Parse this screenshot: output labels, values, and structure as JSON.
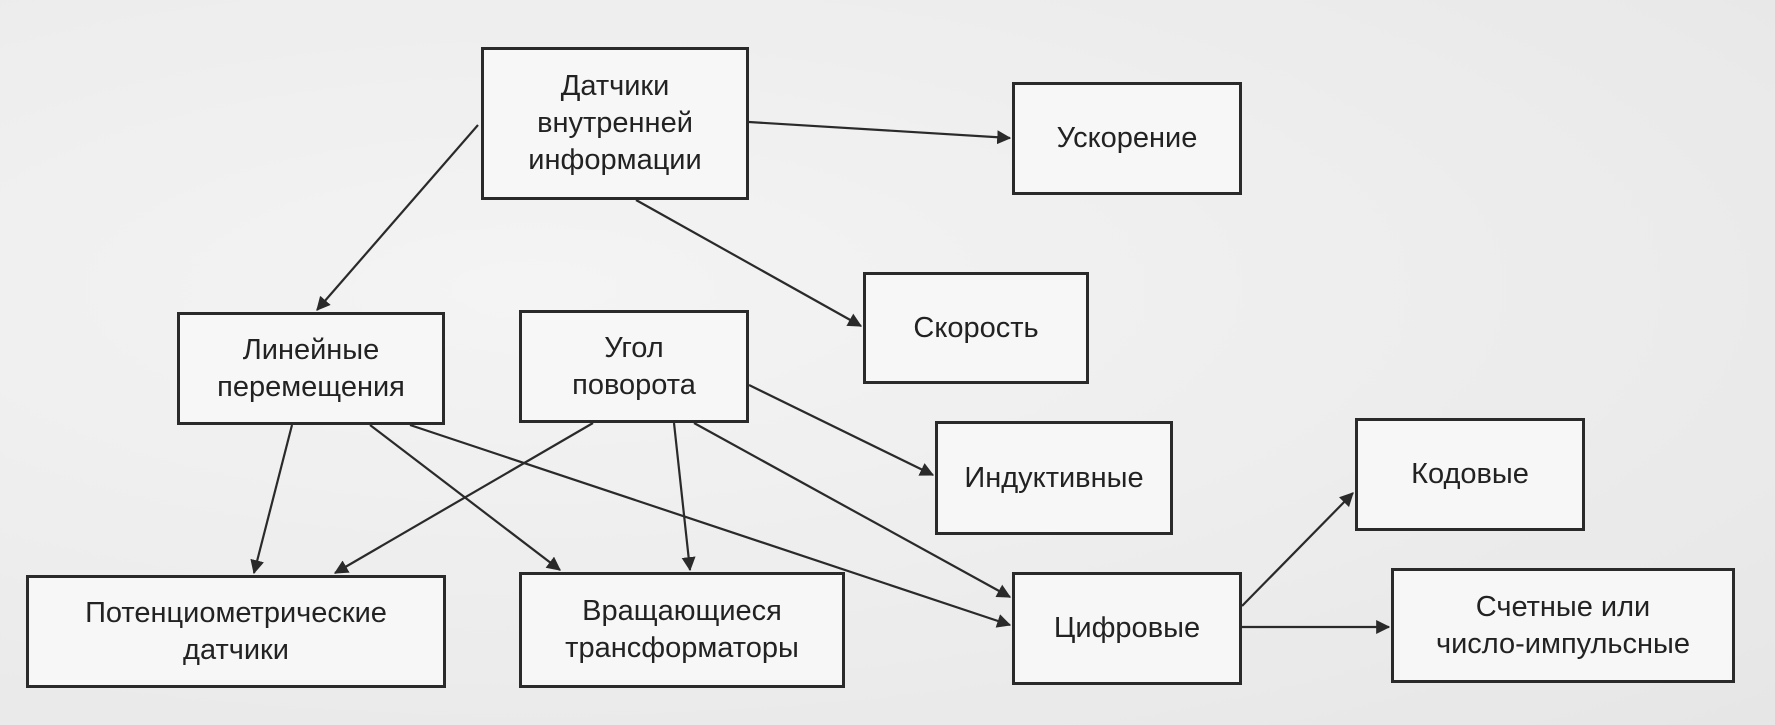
{
  "diagram": {
    "nodes": [
      {
        "id": "sensors",
        "label": "Датчики\nвнутренней\nинформации"
      },
      {
        "id": "accel",
        "label": "Ускорение"
      },
      {
        "id": "speed",
        "label": "Скорость"
      },
      {
        "id": "linear",
        "label": "Линейные\nперемещения"
      },
      {
        "id": "angle",
        "label": "Угол\nповорота"
      },
      {
        "id": "inductive",
        "label": "Индуктивные"
      },
      {
        "id": "code",
        "label": "Кодовые"
      },
      {
        "id": "potentio",
        "label": "Потенциометрические\nдатчики"
      },
      {
        "id": "rotating",
        "label": "Вращающиеся\nтрансформаторы"
      },
      {
        "id": "digital",
        "label": "Цифровые"
      },
      {
        "id": "counting",
        "label": "Счетные или\nчисло-импульсные"
      }
    ],
    "edges": [
      {
        "from": "sensors",
        "to": "accel"
      },
      {
        "from": "sensors",
        "to": "speed"
      },
      {
        "from": "sensors",
        "to": "linear"
      },
      {
        "from": "linear",
        "to": "potentio"
      },
      {
        "from": "linear",
        "to": "rotating"
      },
      {
        "from": "linear",
        "to": "digital"
      },
      {
        "from": "angle",
        "to": "potentio"
      },
      {
        "from": "angle",
        "to": "rotating"
      },
      {
        "from": "angle",
        "to": "inductive"
      },
      {
        "from": "angle",
        "to": "digital"
      },
      {
        "from": "digital",
        "to": "code"
      },
      {
        "from": "digital",
        "to": "counting"
      }
    ],
    "colors": {
      "stroke": "#2a2a2a",
      "box_fill": "#f7f7f7",
      "text": "#222222"
    }
  }
}
